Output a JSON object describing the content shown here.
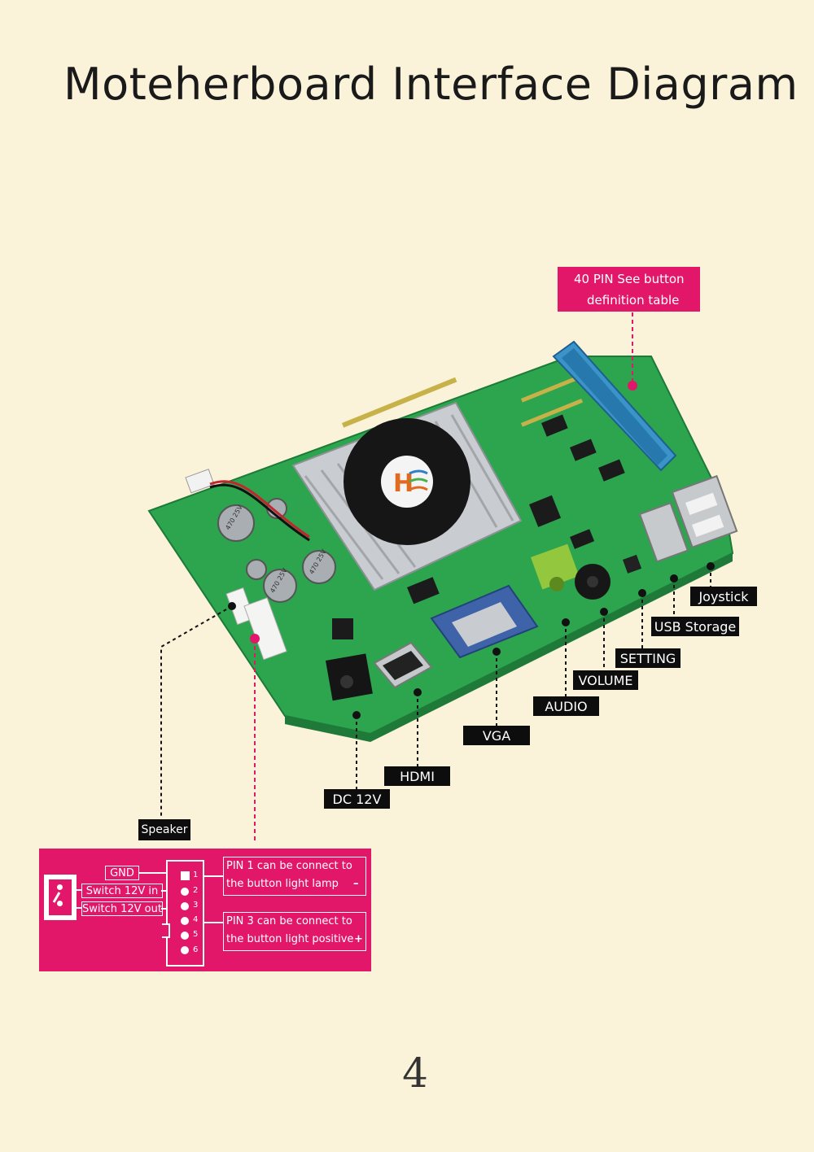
{
  "title": "Moteherboard Interface Diagram",
  "page_number": "4",
  "pin40_note": {
    "line1": "40 PIN  See button",
    "line2": "definition table"
  },
  "labels": {
    "joystick": "Joystick",
    "usb": "USB Storage",
    "setting": "SETTING",
    "volume": "VOLUME",
    "audio": "AUDIO",
    "vga": "VGA",
    "hdmi": "HDMI",
    "dc": "DC 12V",
    "speaker": "Speaker"
  },
  "board_text": {
    "cap1": "470 25V",
    "cap2": "470 25V",
    "cap3": "470 25V"
  },
  "connector_panel": {
    "gnd": "GND",
    "switch_in": "Switch 12V in",
    "switch_out": "Switch 12V out",
    "pins": [
      "1",
      "2",
      "3",
      "4",
      "5",
      "6"
    ],
    "note1_l1": "PIN 1 can be connect to",
    "note1_l2": "the button light lamp",
    "note1_sign": "–",
    "note2_l1": "PIN 3 can be connect to",
    "note2_l2": "the button light positive",
    "note2_sign": "+"
  },
  "colors": {
    "background": "#fbf3d9",
    "accent": "#e2176a",
    "label_bg": "#0d0d0d",
    "pcb": "#2ea44f"
  }
}
